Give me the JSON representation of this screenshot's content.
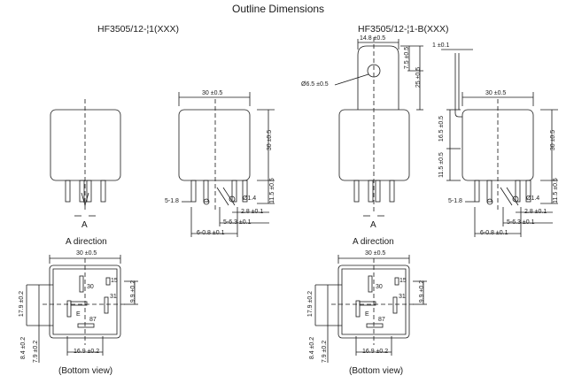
{
  "header": {
    "title": "Outline Dimensions"
  },
  "variants": [
    {
      "model": "HF3505/12-¦1(XXX)",
      "views": {
        "section_marker": "A",
        "direction": "A direction",
        "bottom": "(Bottom view)"
      },
      "dims": {
        "width": "30 ±0.5",
        "height": "30 ±0.5",
        "pin_len": "11.5 ±0.5",
        "hole_count": "5-1.8",
        "hole_dia": "Ø1.4",
        "p28": "2.8 ±0.1",
        "p63": "5-6.3 ±0.1",
        "p08": "6-0.8 ±0.1",
        "b_width": "30 ±0.5",
        "b179": "17.9 ±0.2",
        "b99": "9.9 ±0.2",
        "b84": "8.4 ±0.2",
        "b79": "7.9 ±0.2",
        "b169": "16.9 ±0.2"
      },
      "pins": [
        "15",
        "30",
        "31",
        "87",
        "E"
      ]
    },
    {
      "model": "HF3505/12-¦1-B(XXX)",
      "views": {
        "section_marker": "A",
        "direction": "A direction",
        "bottom": "(Bottom view)"
      },
      "dims": {
        "tab_width": "14.8 ±0.5",
        "tab_hole": "Ø6.5 ±0.5",
        "tab_75": "7.5 ±0.5",
        "tab_25": "25 ±0.5",
        "tab_thick": "1 ±0.1",
        "h165": "16.5 ±0.5",
        "width": "30 ±0.5",
        "height": "30 ±0.5",
        "pin_len": "11.5 ±0.5",
        "hole_count": "5-1.8",
        "hole_dia": "Ø1.4",
        "p28": "2.8 ±0.1",
        "p63": "5-6.3 ±0.1",
        "p08": "6-0.8 ±0.1",
        "b_width": "30 ±0.5",
        "b179": "17.9 ±0.2",
        "b99": "9.9 ±0.2",
        "b84": "8.4 ±0.2",
        "b79": "7.9 ±0.2",
        "b169": "16.9 ±0.2"
      },
      "pins": [
        "15",
        "30",
        "31",
        "87",
        "E"
      ]
    }
  ]
}
